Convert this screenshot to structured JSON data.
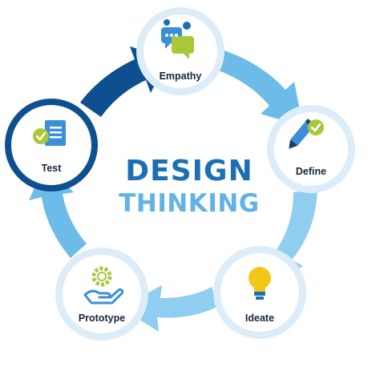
{
  "title": {
    "line1": "DESIGN",
    "line2": "THINKING"
  },
  "stages": [
    {
      "id": "empathy",
      "label": "Empathy",
      "icon": "chat-bubbles-icon"
    },
    {
      "id": "define",
      "label": "Define",
      "icon": "pencil-check-icon"
    },
    {
      "id": "ideate",
      "label": "Ideate",
      "icon": "lightbulb-icon"
    },
    {
      "id": "prototype",
      "label": "Prototype",
      "icon": "gear-hand-icon"
    },
    {
      "id": "test",
      "label": "Test",
      "icon": "checklist-document-icon"
    }
  ],
  "highlighted_stage": "test",
  "colors": {
    "ring_light": "#8fcdf1",
    "ring_mid": "#6cbbe9",
    "ring_dark": "#0e4f8f",
    "title_dark": "#1c6fb3",
    "title_light": "#62b2e6",
    "circle_border": "#dcecf8",
    "circle_border_active": "#0e4f8f",
    "accent_green": "#a8c83a"
  }
}
